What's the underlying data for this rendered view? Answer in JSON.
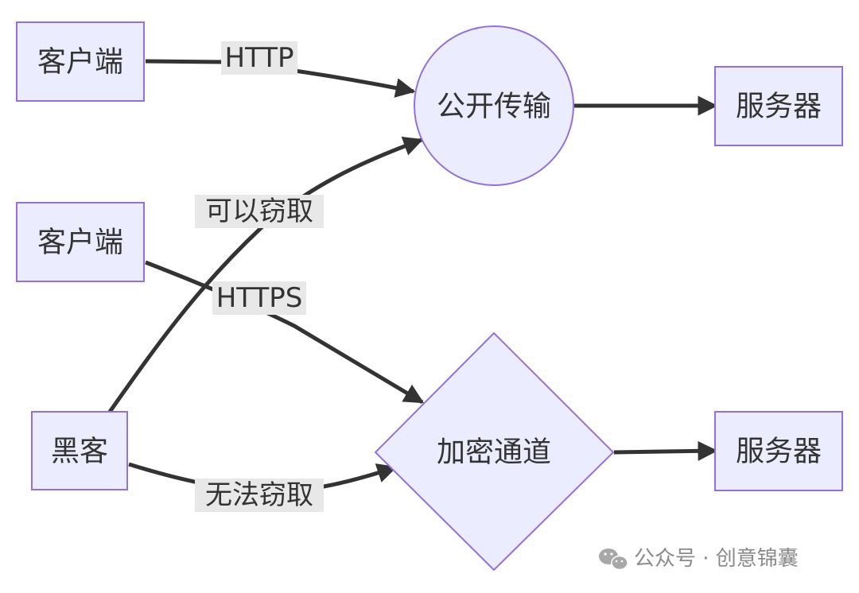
{
  "nodes": {
    "client_top": "客户端",
    "client_mid": "客户端",
    "hacker": "黑客",
    "public_transport": "公开传输",
    "encrypted_channel": "加密通道",
    "server_top": "服务器",
    "server_bottom": "服务器"
  },
  "edges": {
    "http": "HTTP",
    "https": "HTTPS",
    "can_steal": "可以窃取",
    "cannot_steal": "无法窃取"
  },
  "colors": {
    "node_fill": "#ececff",
    "node_stroke": "#9370db",
    "edge": "#333333",
    "label_bg": "#e8e8e8"
  },
  "watermark": {
    "icon": "wechat-icon",
    "text": "公众号 · 创意锦囊"
  }
}
